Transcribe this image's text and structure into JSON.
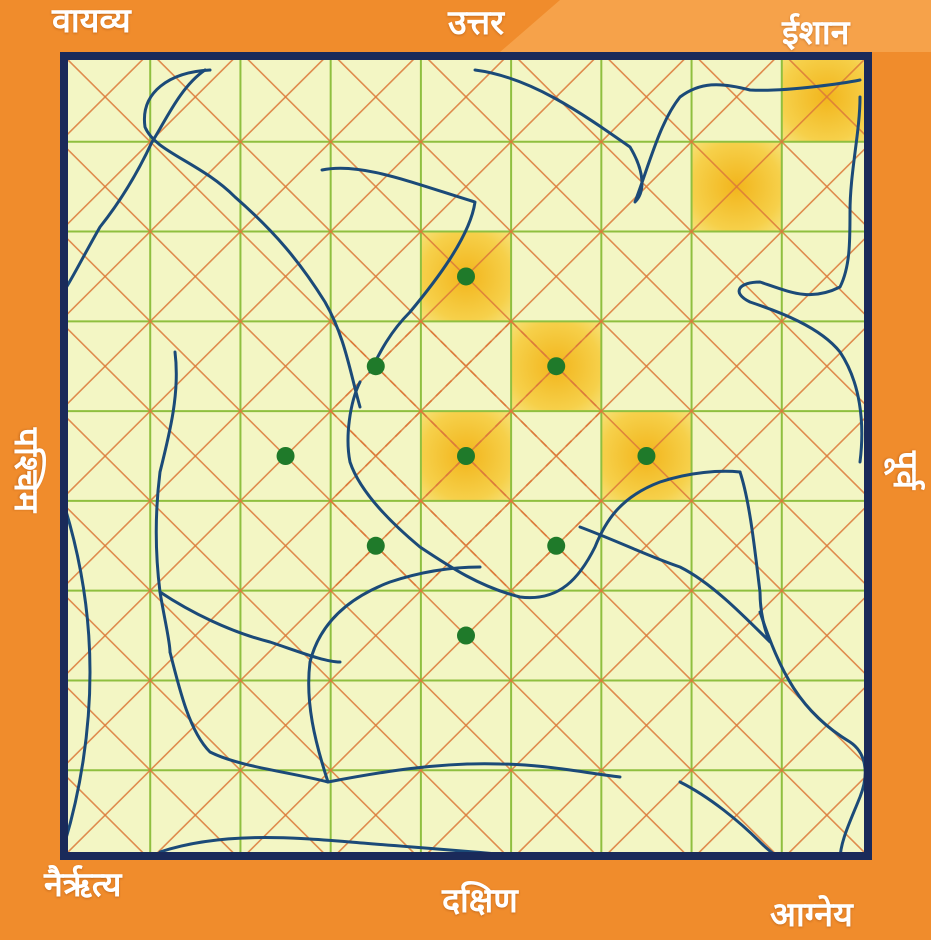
{
  "directions": {
    "north_west": "वायव्य",
    "north": "उत्तर",
    "north_east": "ईशान",
    "west": "पश्चिम",
    "east": "पूर्व",
    "south_west": "नैर्ऋत्य",
    "south": "दक्षिण",
    "south_east": "आग्नेय"
  },
  "grid": {
    "rows": 9,
    "cols": 9
  },
  "highlighted_cells": [
    {
      "row": 0,
      "col": 8
    },
    {
      "row": 1,
      "col": 7
    },
    {
      "row": 2,
      "col": 4
    },
    {
      "row": 3,
      "col": 5
    },
    {
      "row": 4,
      "col": 4
    },
    {
      "row": 4,
      "col": 6
    }
  ],
  "dots": [
    {
      "row": 2,
      "col": 4
    },
    {
      "row": 3,
      "col": 3
    },
    {
      "row": 3,
      "col": 5
    },
    {
      "row": 4,
      "col": 2
    },
    {
      "row": 4,
      "col": 4
    },
    {
      "row": 4,
      "col": 6
    },
    {
      "row": 5,
      "col": 3
    },
    {
      "row": 5,
      "col": 5
    },
    {
      "row": 6,
      "col": 4
    }
  ],
  "colors": {
    "background": "#f08c2c",
    "board": "#f3f6c4",
    "grid_line": "#8fbf3f",
    "diagonal_line": "#dc7a3a",
    "highlight": "#f3c12e",
    "dot": "#1f7a2a",
    "outline": "#1b4a78",
    "frame": "#1a2a5a"
  }
}
